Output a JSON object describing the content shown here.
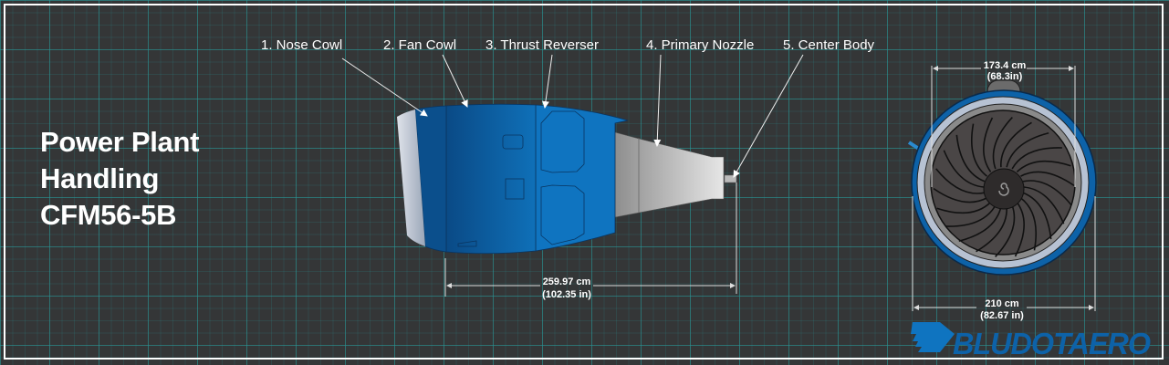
{
  "title": {
    "line1": "Power Plant",
    "line2": "Handling",
    "line3": "CFM56-5B"
  },
  "labels": [
    "1. Nose Cowl",
    "2. Fan Cowl",
    "3. Thrust Reverser",
    "4. Primary Nozzle",
    "5. Center Body"
  ],
  "side_dimension": {
    "cm": "259.97 cm",
    "in": "(102.35 in)"
  },
  "front_dimensions": {
    "inner": {
      "cm": "173.4 cm",
      "in": "(68.3in)"
    },
    "outer": {
      "cm": "210 cm",
      "in": "(82.67 in)"
    }
  },
  "logo": {
    "text": "BLUDOTAERO"
  },
  "colors": {
    "background": "#343637",
    "grid": "#2a9696",
    "cowl_dark": "#0b4f8c",
    "cowl_mid": "#0d62a8",
    "reverser": "#0f74c0",
    "nozzle": "#9a9a9a"
  }
}
